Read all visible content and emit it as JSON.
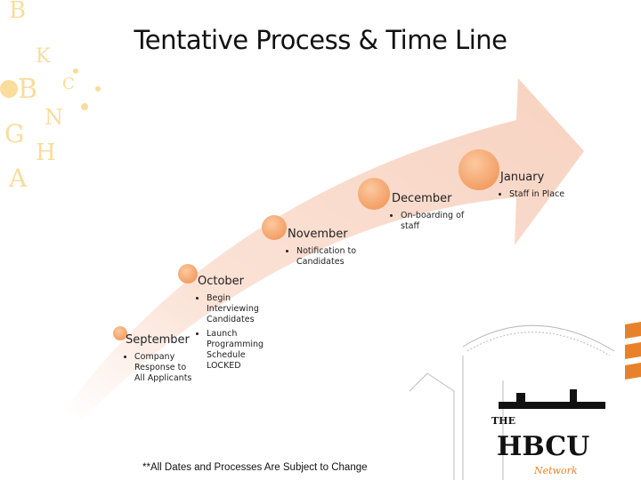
{
  "title": "Tentative Process & Time Line",
  "steps": [
    {
      "month": "September",
      "items": [
        "Company Response to All Applicants"
      ]
    },
    {
      "month": "October",
      "items": [
        "Begin Interviewing Candidates",
        "Launch Programming Schedule LOCKED"
      ]
    },
    {
      "month": "November",
      "items": [
        "Notification to Candidates"
      ]
    },
    {
      "month": "December",
      "items": [
        "On-boarding of staff"
      ]
    },
    {
      "month": "January",
      "items": [
        "Staff in Place"
      ]
    }
  ],
  "footer": "**All Dates and Processes Are Subject to Change",
  "logo": {
    "the": "THE",
    "name": "HBCU",
    "sub": "Network"
  },
  "colors": {
    "arrow": "#f8d6c6",
    "circle": "#f4a36c",
    "accent": "#e8822a"
  }
}
